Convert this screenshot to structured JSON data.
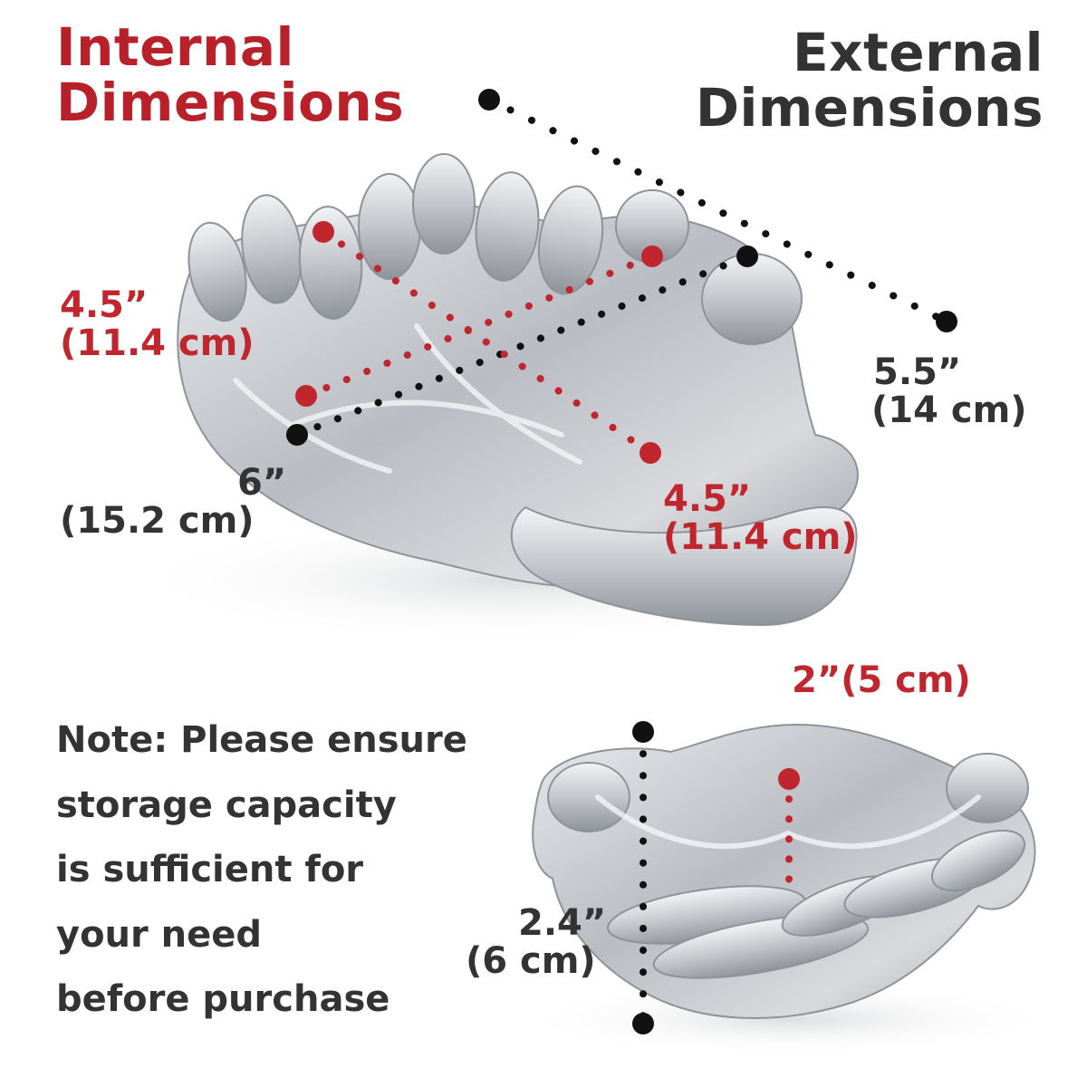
{
  "titles": {
    "internal_line1": "Internal",
    "internal_line2": "Dimensions",
    "external_line1": "External",
    "external_line2": "Dimensions"
  },
  "dimensions": {
    "internal_width_in": "4.5”",
    "internal_width_cm": "(11.4 cm)",
    "internal_length_in": "4.5”",
    "internal_length_cm": "(11.4 cm)",
    "external_length_in": "5.5”",
    "external_length_cm": "(14 cm)",
    "external_width_in": "6”",
    "external_width_cm": "(15.2 cm)",
    "internal_depth": "2”(5 cm)",
    "external_height_in": "2.4”",
    "external_height_cm": "(6 cm)"
  },
  "note": {
    "lines": [
      "Note: Please ensure",
      "storage capacity",
      "is sufficient for",
      "your need",
      "before purchase"
    ]
  },
  "colors": {
    "internal_red": "#c0262d",
    "external_dark": "#333333",
    "silver": "#c9ccd1"
  },
  "icons": {
    "product_top": "silver-cupped-hands-bowl-top-view",
    "product_side": "silver-cupped-hands-bowl-side-view"
  }
}
